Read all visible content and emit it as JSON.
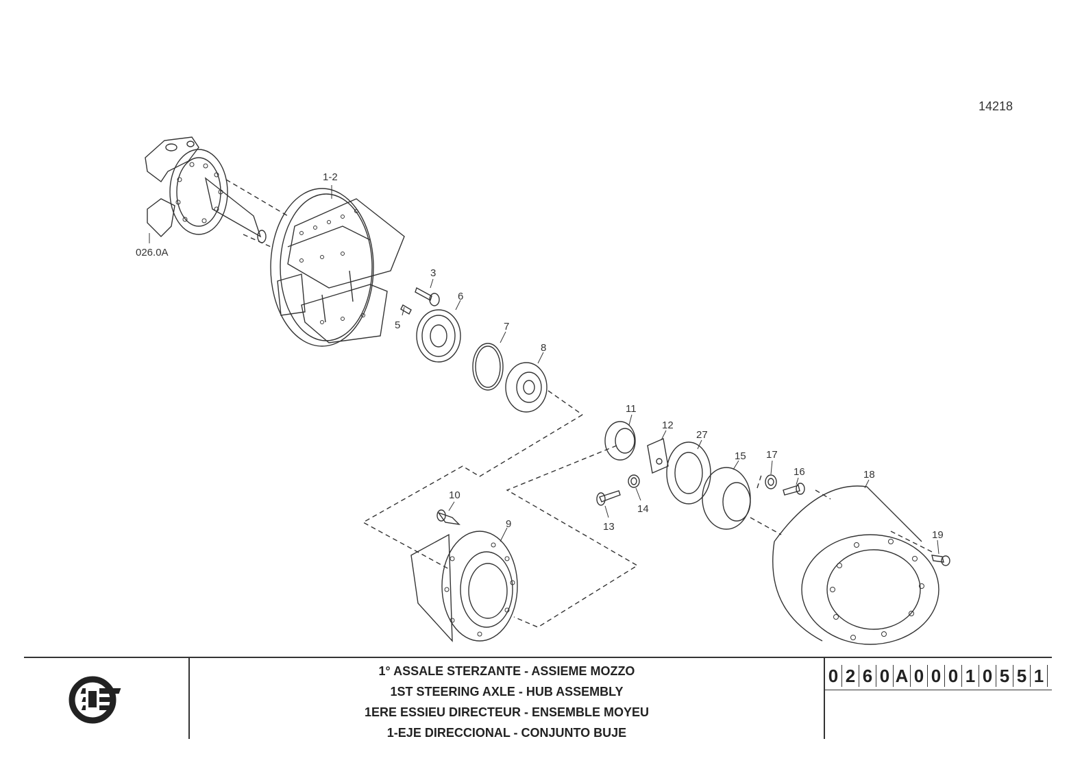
{
  "drawing_number": "14218",
  "callouts": [
    {
      "id": "c-1-2",
      "label": "1-2"
    },
    {
      "id": "c-026",
      "label": "026.0A"
    },
    {
      "id": "c-3",
      "label": "3"
    },
    {
      "id": "c-5",
      "label": "5"
    },
    {
      "id": "c-6",
      "label": "6"
    },
    {
      "id": "c-7",
      "label": "7"
    },
    {
      "id": "c-8",
      "label": "8"
    },
    {
      "id": "c-9",
      "label": "9"
    },
    {
      "id": "c-10",
      "label": "10"
    },
    {
      "id": "c-11",
      "label": "11"
    },
    {
      "id": "c-12",
      "label": "12"
    },
    {
      "id": "c-13",
      "label": "13"
    },
    {
      "id": "c-14",
      "label": "14"
    },
    {
      "id": "c-15",
      "label": "15"
    },
    {
      "id": "c-16",
      "label": "16"
    },
    {
      "id": "c-17",
      "label": "17"
    },
    {
      "id": "c-18",
      "label": "18"
    },
    {
      "id": "c-19",
      "label": "19"
    },
    {
      "id": "c-27",
      "label": "27"
    }
  ],
  "title_block": {
    "titles": [
      "1° ASSALE STERZANTE - ASSIEME MOZZO",
      "1ST STEERING AXLE - HUB ASSEMBLY",
      "1ERE ESSIEU DIRECTEUR - ENSEMBLE MOYEU",
      "1-EJE DIRECCIONAL - CONJUNTO BUJE"
    ],
    "part_code": [
      "0",
      "2",
      "6",
      "0",
      "A",
      "0",
      "0",
      "0",
      "1",
      "0",
      "5",
      "5",
      "1"
    ]
  }
}
